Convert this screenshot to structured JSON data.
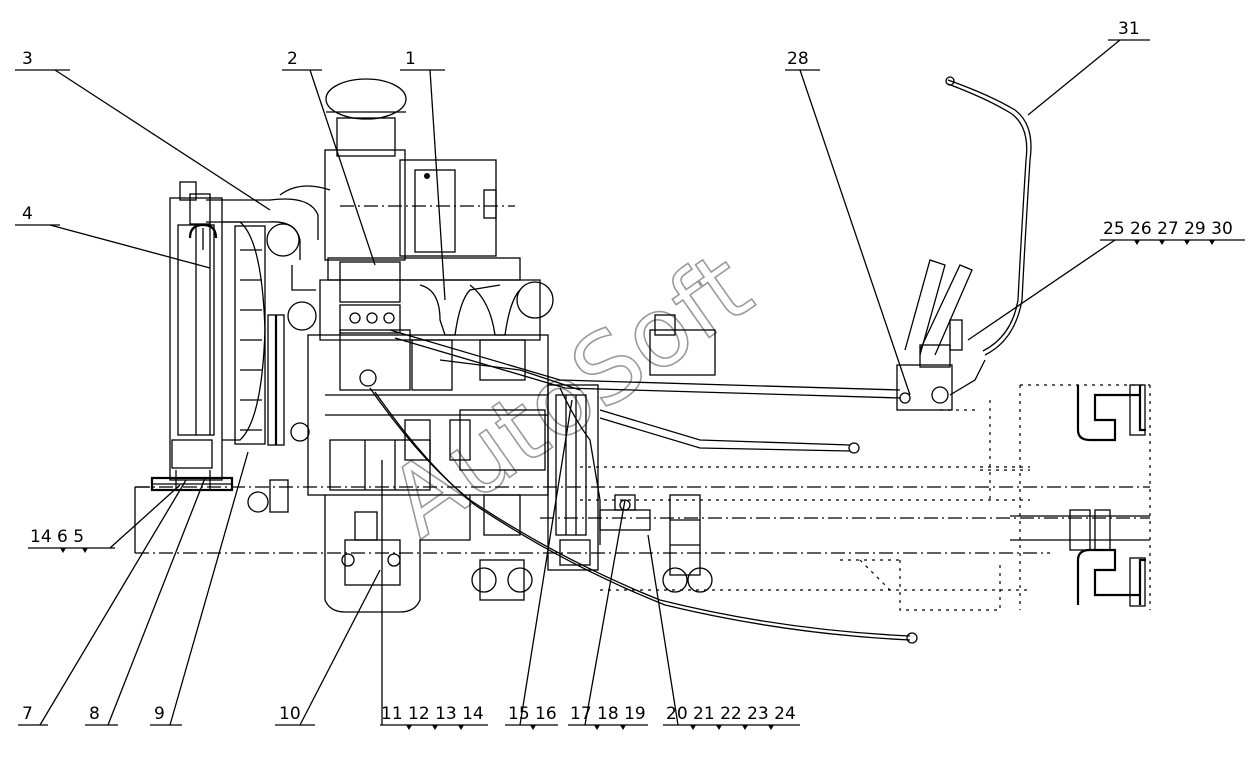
{
  "drawing": {
    "watermark": "AutoSoft",
    "callouts": [
      {
        "id": "c1",
        "label": "1"
      },
      {
        "id": "c2",
        "label": "2"
      },
      {
        "id": "c3",
        "label": "3"
      },
      {
        "id": "c4",
        "label": "4"
      },
      {
        "id": "c28",
        "label": "28"
      },
      {
        "id": "c31",
        "label": "31"
      },
      {
        "id": "c25",
        "label": "25 26 27 29 30"
      },
      {
        "id": "c14",
        "label": "14  6   5"
      },
      {
        "id": "c7",
        "label": "7"
      },
      {
        "id": "c8",
        "label": "8"
      },
      {
        "id": "c9",
        "label": "9"
      },
      {
        "id": "c10",
        "label": "10"
      },
      {
        "id": "c11",
        "label": "11  12  13  14"
      },
      {
        "id": "c15",
        "label": "15  16"
      },
      {
        "id": "c17",
        "label": "17  18  19"
      },
      {
        "id": "c20",
        "label": "20  21  22  23  24"
      }
    ]
  }
}
